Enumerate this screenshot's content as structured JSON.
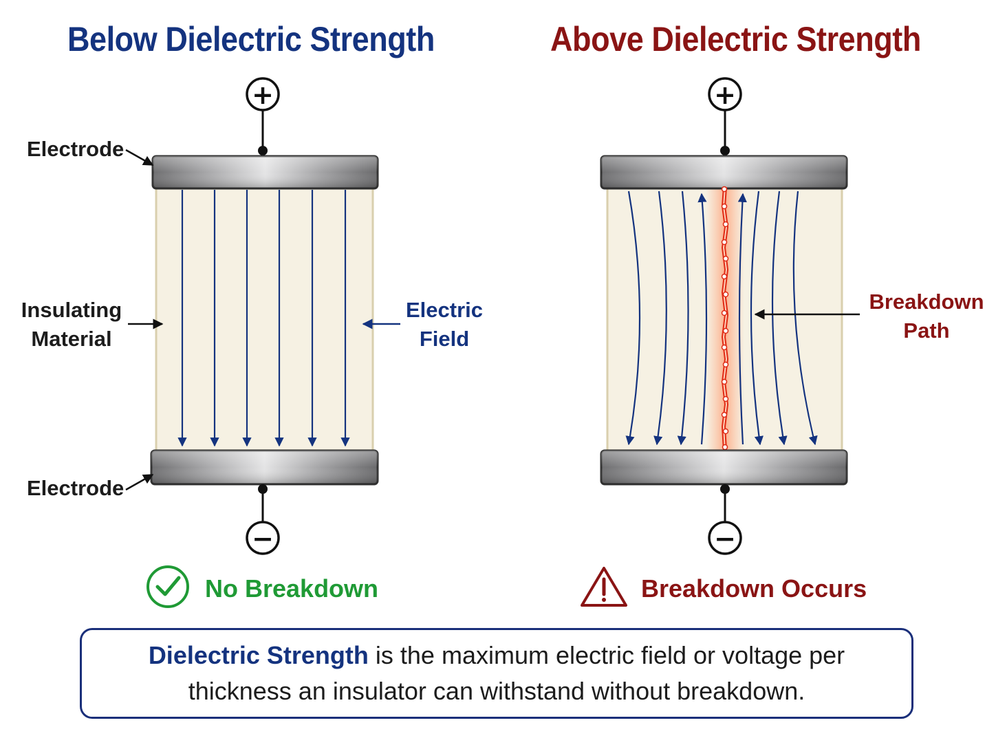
{
  "left_panel": {
    "title": "Below Dielectric Strength",
    "electrode_top_label": "Electrode",
    "electrode_bottom_label": "Electrode",
    "insulating_label_line1": "Insulating",
    "insulating_label_line2": "Material",
    "field_label_line1": "Electric",
    "field_label_line2": "Field",
    "plus_symbol": "+",
    "minus_symbol": "−",
    "status_icon": "check-circle-icon",
    "status": "No Breakdown"
  },
  "right_panel": {
    "title": "Above Dielectric Strength",
    "breakdown_label_line1": "Breakdown",
    "breakdown_label_line2": "Path",
    "plus_symbol": "+",
    "minus_symbol": "−",
    "status_icon": "warning-triangle-icon",
    "status": "Breakdown Occurs"
  },
  "definition": {
    "term": "Dielectric Strength",
    "text_part1": " is the maximum electric field or voltage per",
    "text_part2": "thickness an insulator can withstand without breakdown."
  },
  "colors": {
    "title_blue": "#14337f",
    "title_red": "#8a1414",
    "field_line_blue": "#14337f",
    "ok_green": "#1f9a35",
    "breakdown_red": "#e02a14",
    "insulator": "#f6f1e3"
  }
}
